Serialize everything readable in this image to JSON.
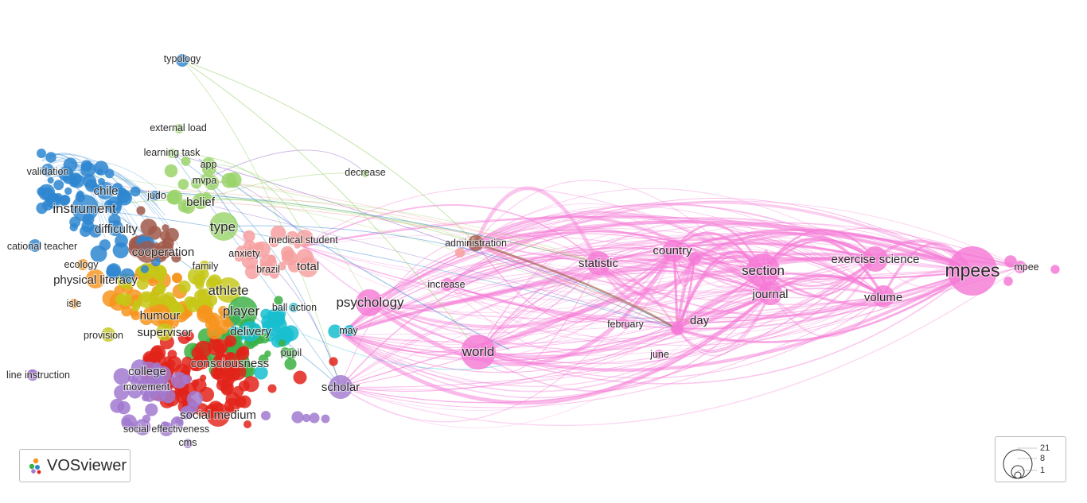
{
  "app": {
    "name": "VOSviewer"
  },
  "legend": {
    "size_values": [
      "21",
      "8",
      "1"
    ]
  },
  "colors": {
    "pink": "#f57ad6",
    "blue": "#2e86d0",
    "green": "#3cb043",
    "light_green": "#9ad46a",
    "red": "#e2231a",
    "purple": "#a27ad0",
    "orange": "#f7941d",
    "yellow": "#c6c716",
    "cyan": "#17becf",
    "brown": "#a0594a",
    "salmon": "#f7a0a0"
  },
  "keywords": [
    {
      "label": "typology",
      "cluster": "blue",
      "weight": 1
    },
    {
      "label": "external load",
      "cluster": "light_green",
      "weight": 1
    },
    {
      "label": "learning task",
      "cluster": "light_green",
      "weight": 1
    },
    {
      "label": "app",
      "cluster": "light_green",
      "weight": 1
    },
    {
      "label": "decrease",
      "cluster": "light_green",
      "weight": 1
    },
    {
      "label": "validation",
      "cluster": "blue",
      "weight": 1
    },
    {
      "label": "chile",
      "cluster": "blue",
      "weight": 2
    },
    {
      "label": "judo",
      "cluster": "blue",
      "weight": 1
    },
    {
      "label": "mvpa",
      "cluster": "light_green",
      "weight": 1
    },
    {
      "label": "instrument",
      "cluster": "blue",
      "weight": 3
    },
    {
      "label": "belief",
      "cluster": "light_green",
      "weight": 2
    },
    {
      "label": "difficulty",
      "cluster": "blue",
      "weight": 2
    },
    {
      "label": "type",
      "cluster": "light_green",
      "weight": 3
    },
    {
      "label": "medical student",
      "cluster": "salmon",
      "weight": 1
    },
    {
      "label": "cational teacher",
      "cluster": "blue",
      "weight": 1
    },
    {
      "label": "cooperation",
      "cluster": "brown",
      "weight": 2
    },
    {
      "label": "anxiety",
      "cluster": "salmon",
      "weight": 1
    },
    {
      "label": "ecology",
      "cluster": "orange",
      "weight": 1
    },
    {
      "label": "family",
      "cluster": "yellow",
      "weight": 1
    },
    {
      "label": "brazil",
      "cluster": "salmon",
      "weight": 1
    },
    {
      "label": "total",
      "cluster": "salmon",
      "weight": 2
    },
    {
      "label": "physical literacy",
      "cluster": "orange",
      "weight": 2
    },
    {
      "label": "athlete",
      "cluster": "yellow",
      "weight": 3
    },
    {
      "label": "isle",
      "cluster": "orange",
      "weight": 1
    },
    {
      "label": "ball action",
      "cluster": "cyan",
      "weight": 1
    },
    {
      "label": "player",
      "cluster": "green",
      "weight": 3
    },
    {
      "label": "humour",
      "cluster": "orange",
      "weight": 2
    },
    {
      "label": "supervisor",
      "cluster": "yellow",
      "weight": 2
    },
    {
      "label": "delivery",
      "cluster": "cyan",
      "weight": 2
    },
    {
      "label": "may",
      "cluster": "cyan",
      "weight": 1
    },
    {
      "label": "provision",
      "cluster": "yellow",
      "weight": 1
    },
    {
      "label": "pupil",
      "cluster": "green",
      "weight": 1
    },
    {
      "label": "consciousness",
      "cluster": "red",
      "weight": 2
    },
    {
      "label": "college",
      "cluster": "purple",
      "weight": 2
    },
    {
      "label": "line instruction",
      "cluster": "purple",
      "weight": 1
    },
    {
      "label": "movement",
      "cluster": "purple",
      "weight": 1
    },
    {
      "label": "social medium",
      "cluster": "red",
      "weight": 2
    },
    {
      "label": "social effectiveness",
      "cluster": "purple",
      "weight": 1
    },
    {
      "label": "cms",
      "cluster": "purple",
      "weight": 1
    },
    {
      "label": "scholar",
      "cluster": "purple",
      "weight": 2
    },
    {
      "label": "psychology",
      "cluster": "pink",
      "weight": 3
    },
    {
      "label": "administration",
      "cluster": "brown",
      "weight": 1
    },
    {
      "label": "increase",
      "cluster": "pink",
      "weight": 1
    },
    {
      "label": "world",
      "cluster": "pink",
      "weight": 3
    },
    {
      "label": "statistic",
      "cluster": "pink",
      "weight": 2
    },
    {
      "label": "country",
      "cluster": "pink",
      "weight": 2
    },
    {
      "label": "february",
      "cluster": "pink",
      "weight": 1
    },
    {
      "label": "june",
      "cluster": "pink",
      "weight": 1
    },
    {
      "label": "day",
      "cluster": "pink",
      "weight": 2
    },
    {
      "label": "section",
      "cluster": "pink",
      "weight": 3
    },
    {
      "label": "journal",
      "cluster": "pink",
      "weight": 2
    },
    {
      "label": "exercise science",
      "cluster": "pink",
      "weight": 2
    },
    {
      "label": "volume",
      "cluster": "pink",
      "weight": 2
    },
    {
      "label": "mpees",
      "cluster": "pink",
      "weight": 4
    },
    {
      "label": "mpee",
      "cluster": "pink",
      "weight": 1
    }
  ]
}
